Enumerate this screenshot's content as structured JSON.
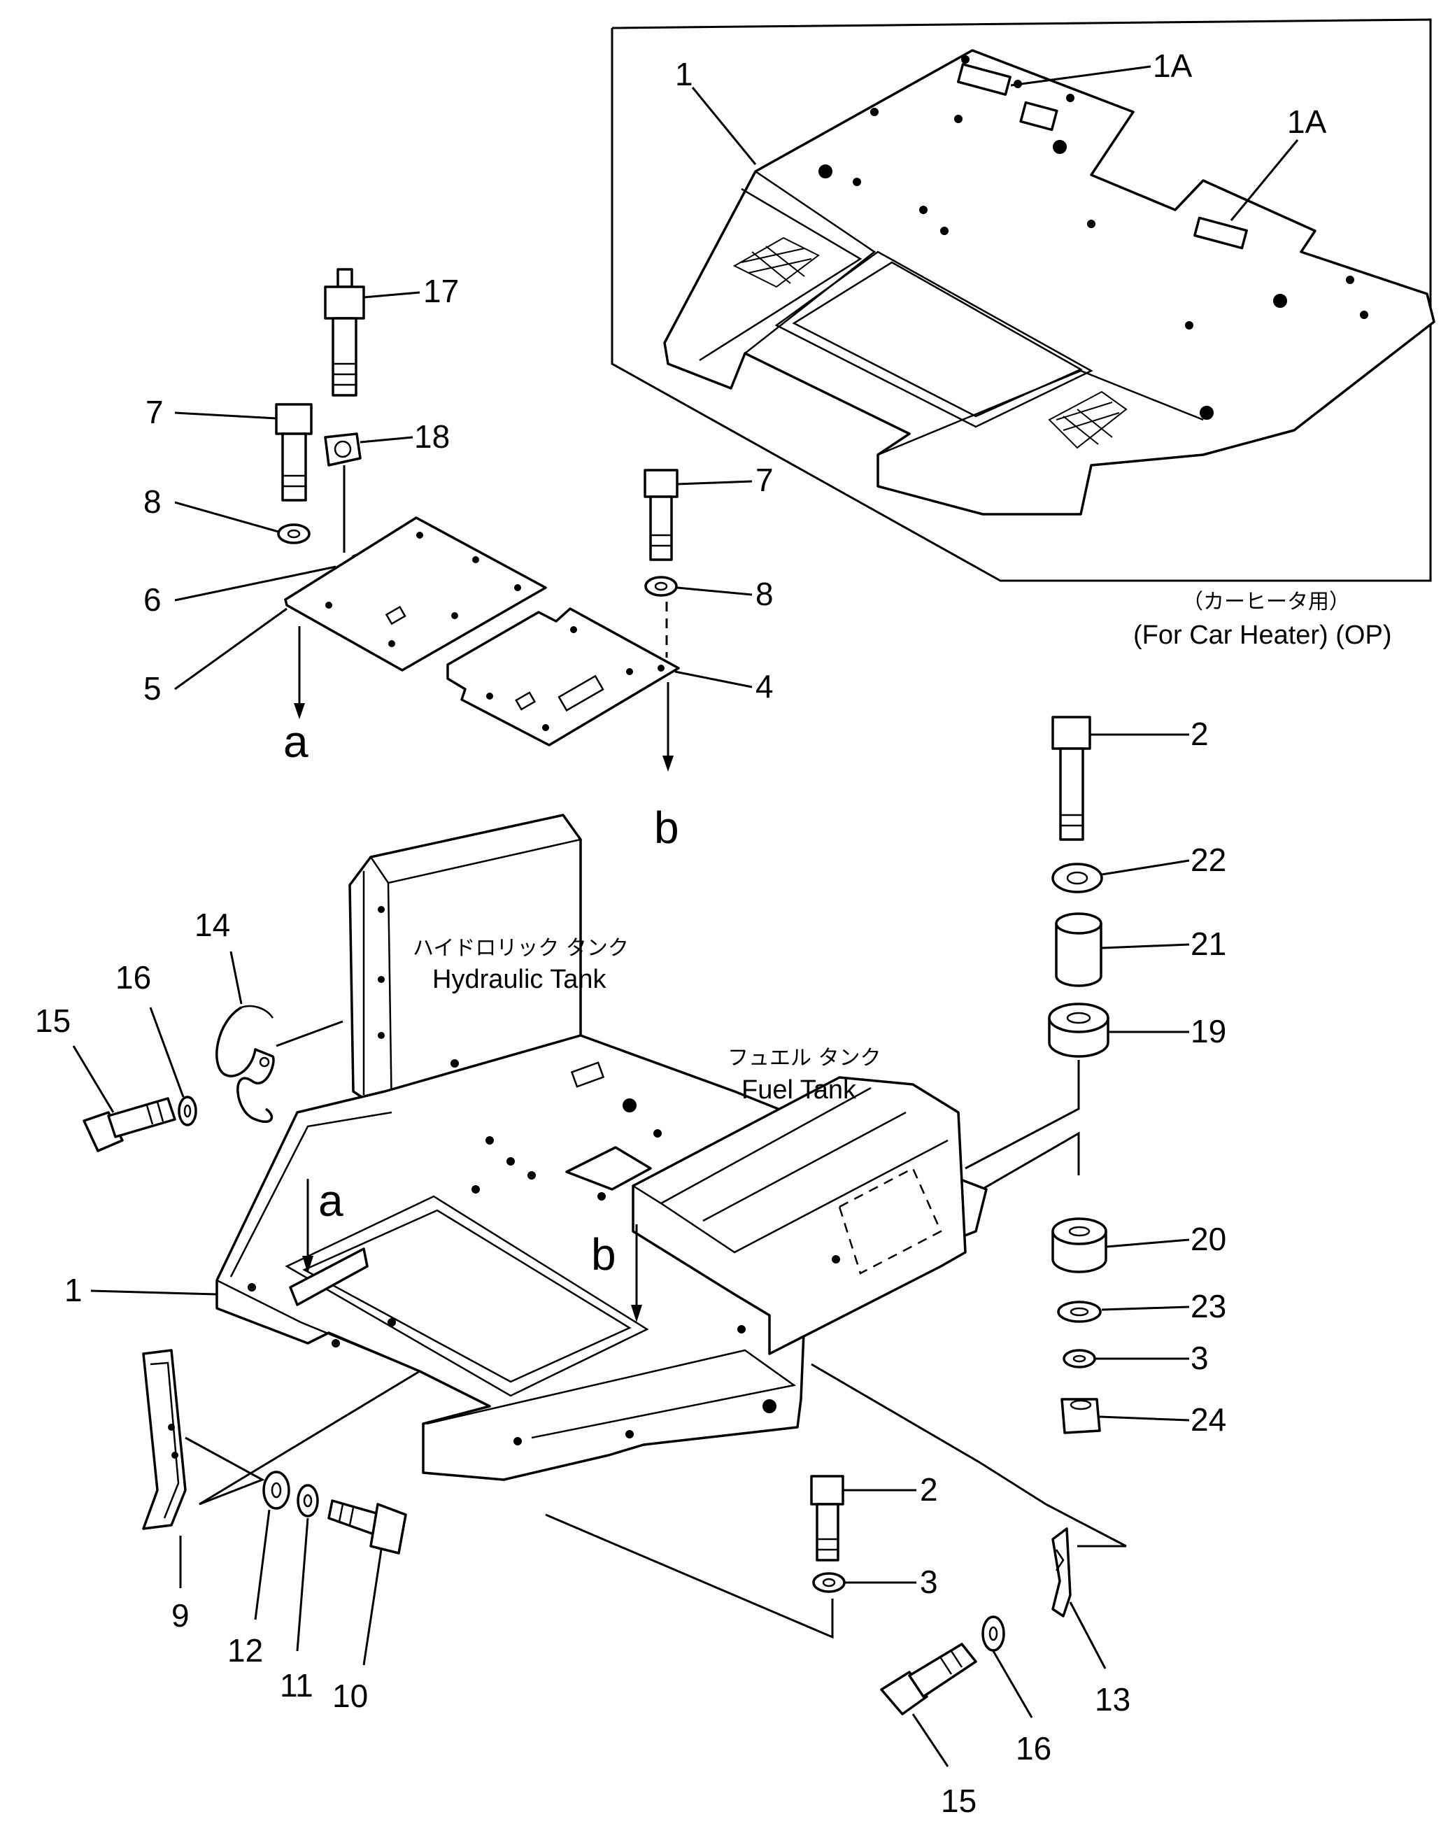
{
  "inset": {
    "caption_jp": "（カーヒータ用）",
    "caption_en": "(For Car Heater) (OP)",
    "labels": [
      "1",
      "1A",
      "1A"
    ]
  },
  "annotations": {
    "hydraulic_tank_jp": "ハイドロリック タンク",
    "hydraulic_tank_en": "Hydraulic Tank",
    "fuel_tank_jp": "フュエル タンク",
    "fuel_tank_en": "Fuel Tank"
  },
  "refs": {
    "a": "a",
    "b": "b"
  },
  "callouts": {
    "n17": "17",
    "n7a": "7",
    "n18": "18",
    "n8a": "8",
    "n7b": "7",
    "n6": "6",
    "n8b": "8",
    "n5": "5",
    "n4": "4",
    "n2a": "2",
    "n22": "22",
    "n21": "21",
    "n19": "19",
    "n14": "14",
    "n16a": "16",
    "n15a": "15",
    "n1": "1",
    "n20": "20",
    "n23": "23",
    "n3a": "3",
    "n24": "24",
    "n2b": "2",
    "n3b": "3",
    "n9": "9",
    "n12": "12",
    "n11": "11",
    "n10": "10",
    "n16b": "16",
    "n13": "13",
    "n15b": "15"
  }
}
